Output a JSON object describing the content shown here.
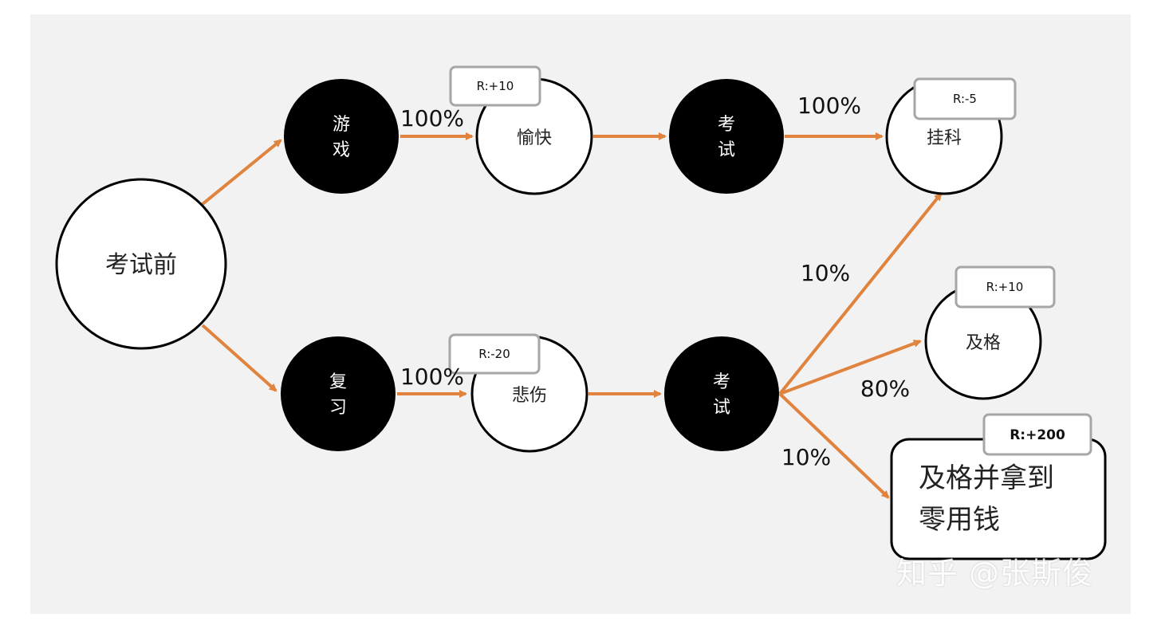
{
  "colors": {
    "edge": "#E0833E",
    "action_fill": "#000000",
    "state_fill": "#FFFFFF",
    "reward_border": "#A6A6A6",
    "panel_bg": "#F2F2F2"
  },
  "nodes": {
    "start": "考试前",
    "game_l1": "游",
    "game_l2": "戏",
    "review_l1": "复",
    "review_l2": "习",
    "happy": "愉快",
    "sad": "悲伤",
    "exam_top_l1": "考",
    "exam_top_l2": "试",
    "exam_bot_l1": "考",
    "exam_bot_l2": "试",
    "fail": "挂科",
    "pass": "及格",
    "pass_money_l1": "及格并拿到",
    "pass_money_l2": "零用钱"
  },
  "rewards": {
    "happy": "R:+10",
    "sad": "R:-20",
    "fail": "R:-5",
    "pass": "R:+10",
    "pass_money": "R:+200"
  },
  "probabilities": {
    "game_to_happy": "100%",
    "review_to_sad": "100%",
    "exam_top_to_fail": "100%",
    "exam_bot_to_fail": "10%",
    "exam_bot_to_pass": "80%",
    "exam_bot_to_pass_money": "10%"
  },
  "watermark": "知乎 @张斯俊"
}
